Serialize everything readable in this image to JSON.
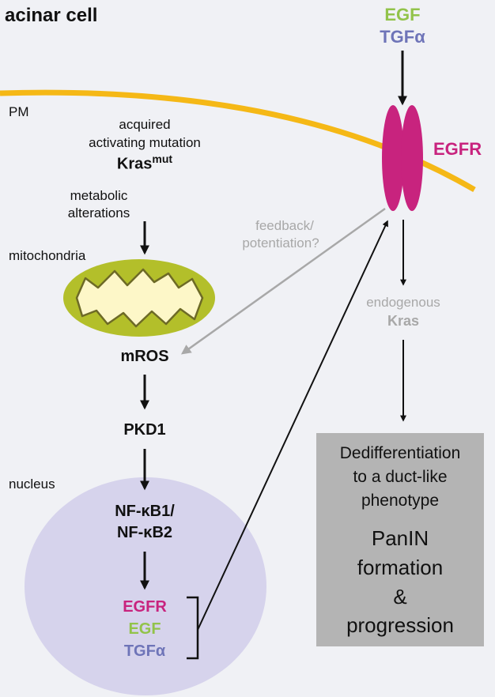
{
  "title": "acinar cell",
  "labels": {
    "pm": "PM",
    "mitochondria": "mitochondria",
    "nucleus": "nucleus",
    "acquired_line1": "acquired",
    "acquired_line2": "activating mutation",
    "kras_mut_base": "Kras",
    "kras_mut_sup": "mut",
    "metabolic_line1": "metabolic",
    "metabolic_line2": "alterations",
    "mros": "mROS",
    "pkd1": "PKD1",
    "nfkb1": "NF-κB1/",
    "nfkb2": "NF-κB2",
    "gene_egfr": "EGFR",
    "gene_egf": "EGF",
    "gene_tgfa": "TGFα",
    "top_egf": "EGF",
    "top_tgfa": "TGFα",
    "receptor": "EGFR",
    "feedback_line1": "feedback/",
    "feedback_line2": "potentiation?",
    "endogenous_line1": "endogenous",
    "endogenous_line2": "Kras",
    "box_line1": "Dedifferentiation",
    "box_line2": "to a duct-like",
    "box_line3": "phenotype",
    "box_line4": "PanIN",
    "box_line5": "formation",
    "box_line6": "&",
    "box_line7": "progression"
  },
  "colors": {
    "background": "#f0f1f5",
    "membrane": "#f5b816",
    "egfr_magenta": "#c8237e",
    "egf_green": "#92c34a",
    "tgfa_blue": "#6e74b8",
    "feedback_gray": "#a8a8a8",
    "nucleus_fill": "#d6d3ec",
    "mito_fill": "#b3bf2a",
    "mito_inner": "#fdf7c8",
    "box_fill": "#b4b4b4"
  }
}
